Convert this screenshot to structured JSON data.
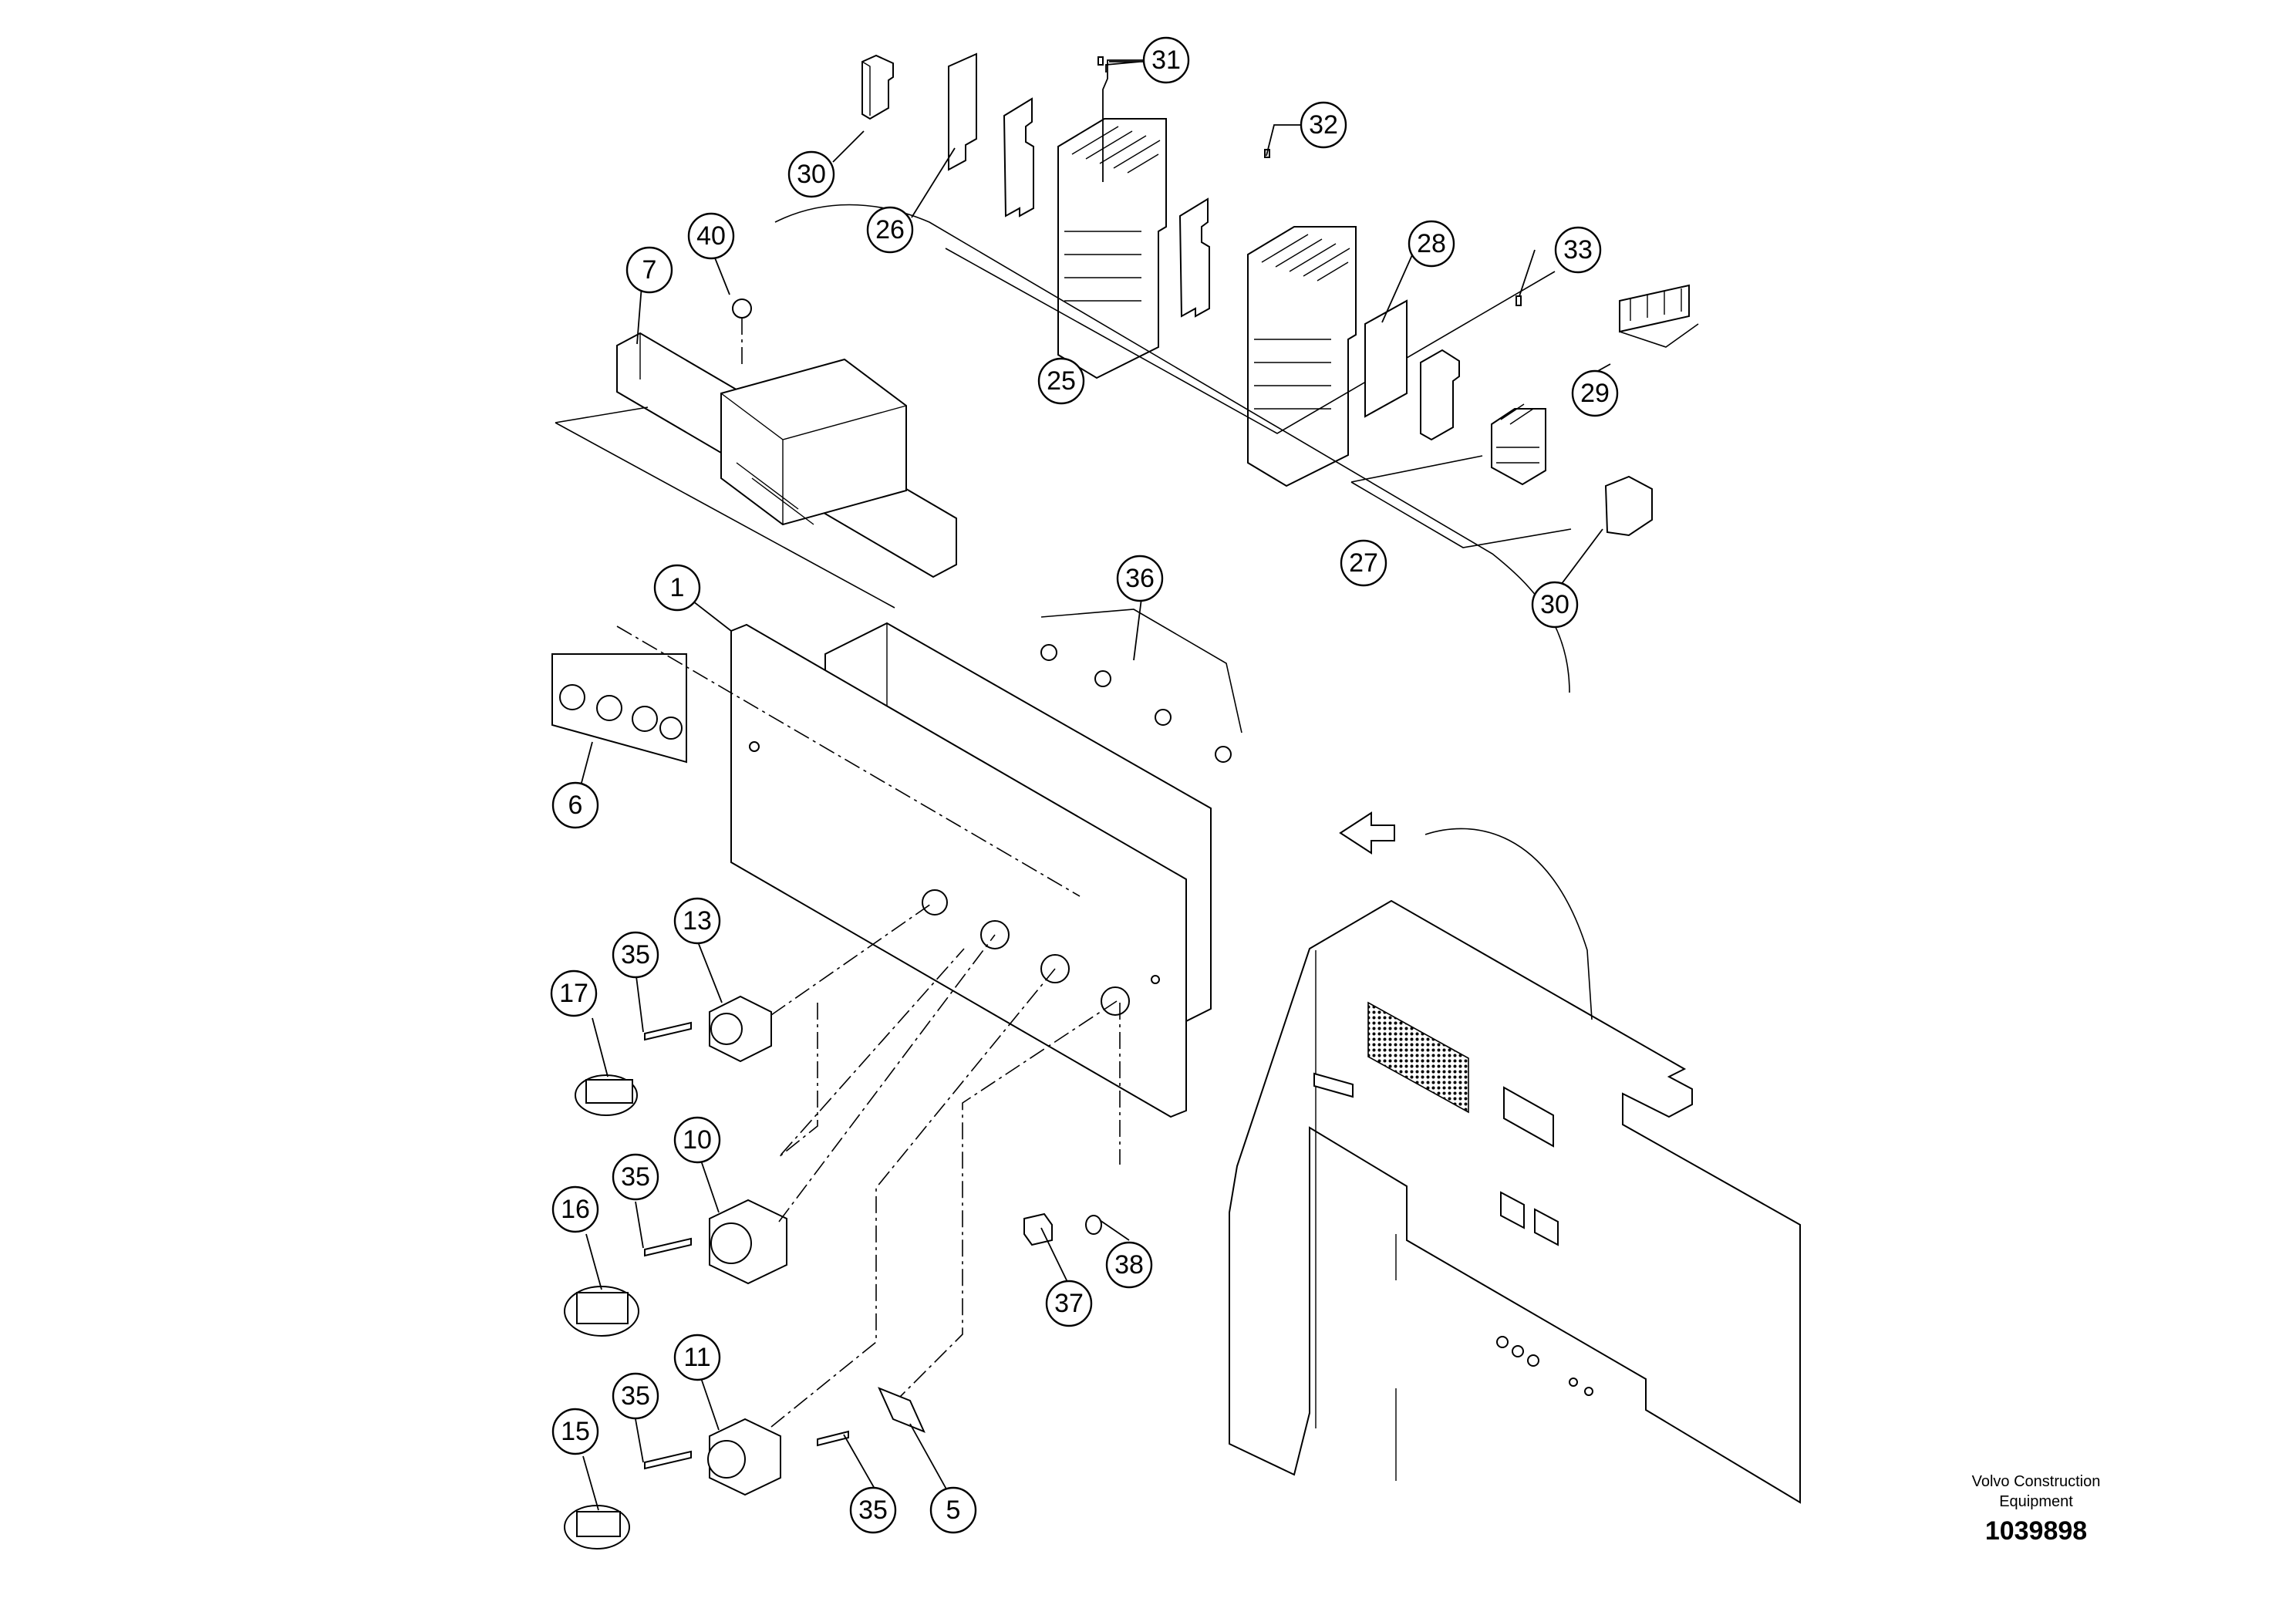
{
  "labels": {
    "b1": "1",
    "b5": "5",
    "b6": "6",
    "b7": "7",
    "b10": "10",
    "b11": "11",
    "b13": "13",
    "b15": "15",
    "b16": "16",
    "b17": "17",
    "b25": "25",
    "b26": "26",
    "b27": "27",
    "b28": "28",
    "b29": "29",
    "b30a": "30",
    "b30b": "30",
    "b31": "31",
    "b32": "32",
    "b33": "33",
    "b35a": "35",
    "b35b": "35",
    "b35c": "35",
    "b35d": "35",
    "b36": "36",
    "b37": "37",
    "b38": "38",
    "b40": "40"
  },
  "footer": {
    "company": "Volvo Construction\nEquipment",
    "document_number": "1039898"
  }
}
